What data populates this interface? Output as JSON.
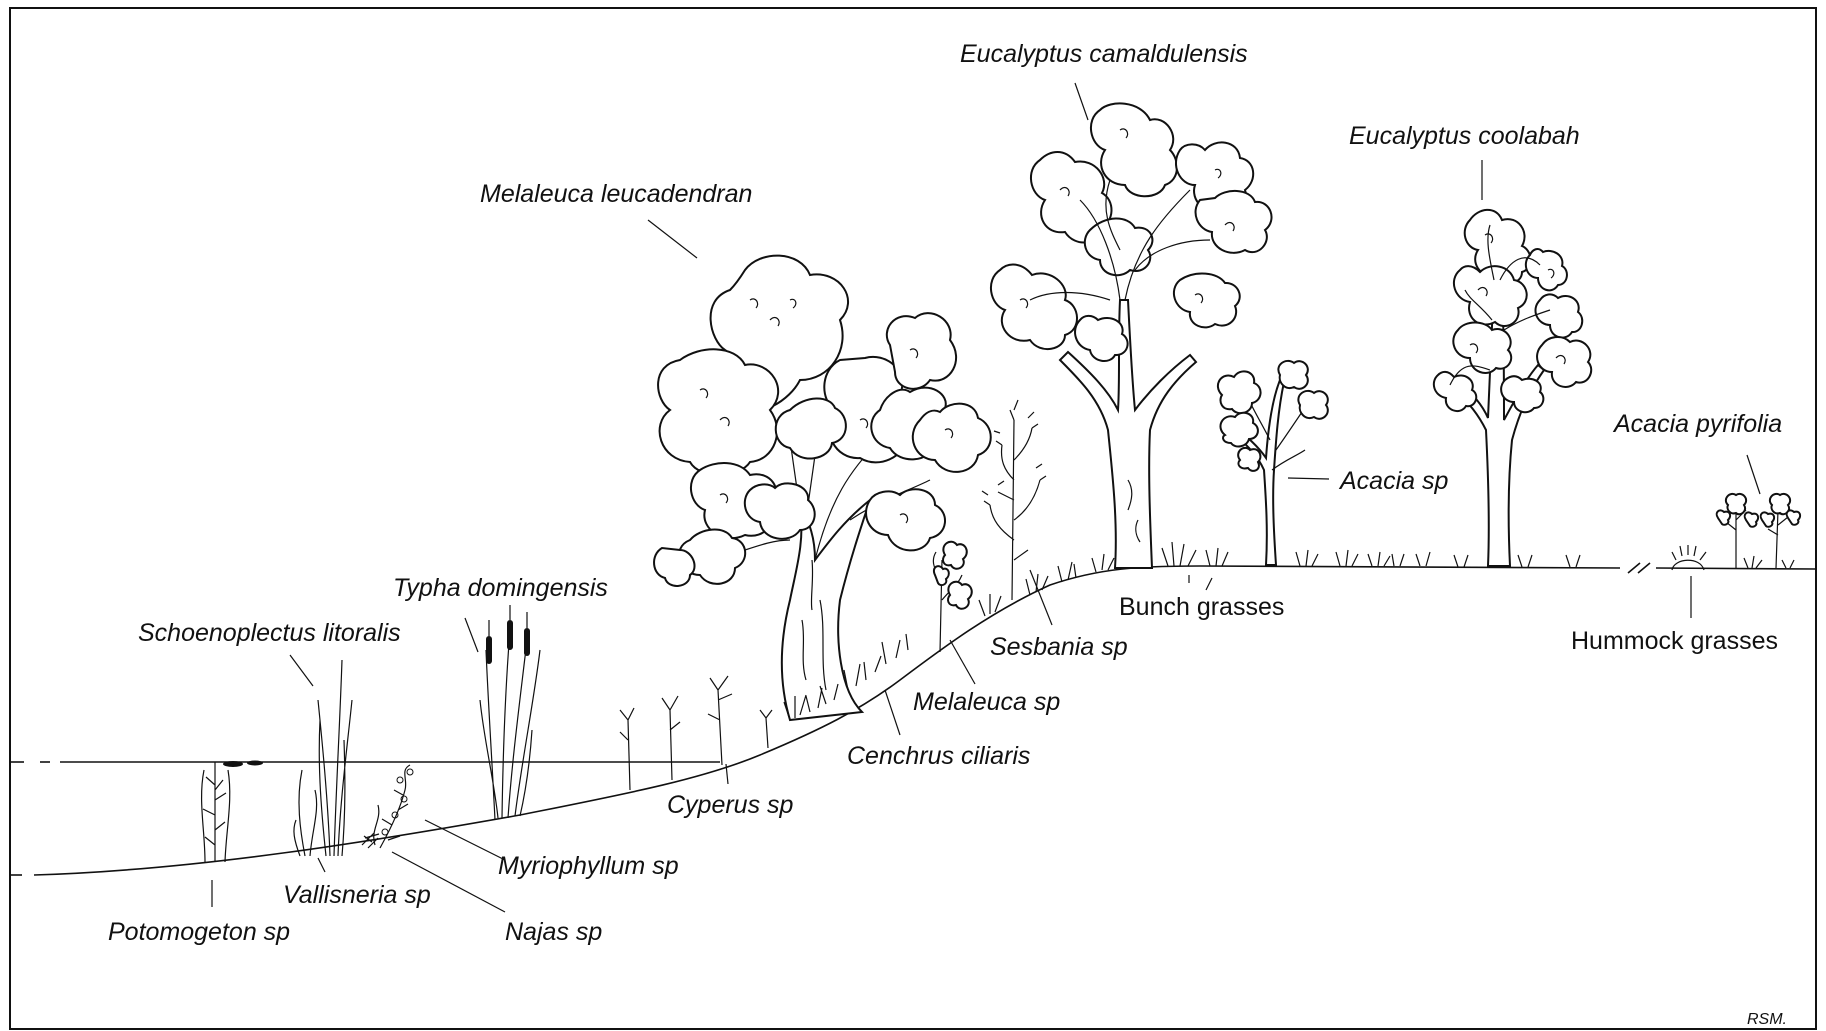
{
  "labels": {
    "eucalyptus_camaldulensis": "Eucalyptus camaldulensis",
    "eucalyptus_coolabah": "Eucalyptus coolabah",
    "melaleuca_leucadendran": "Melaleuca leucadendran",
    "acacia_pyrifolia": "Acacia pyrifolia",
    "acacia_sp": "Acacia sp",
    "typha_domingensis": "Typha domingensis",
    "schoenoplectus_litoralis": "Schoenoplectus litoralis",
    "bunch_grasses": "Bunch grasses",
    "hummock_grasses": "Hummock grasses",
    "sesbania_sp": "Sesbania sp",
    "melaleuca_sp": "Melaleuca sp",
    "cenchrus_ciliaris": "Cenchrus ciliaris",
    "cyperus_sp": "Cyperus sp",
    "myriophyllum_sp": "Myriophyllum sp",
    "vallisneria_sp": "Vallisneria sp",
    "najas_sp": "Najas sp",
    "potomogeton_sp": "Potomogeton sp"
  },
  "signature": "RSM."
}
